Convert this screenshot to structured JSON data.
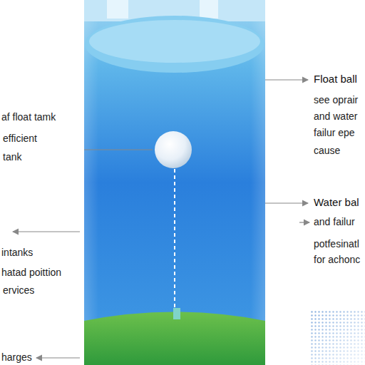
{
  "diagram": {
    "labels": [
      "Float ball",
      "see oprair",
      "and water",
      "failur epe",
      "cause",
      "Water bal",
      "and failur",
      "potfesinatl",
      "for achonc",
      "af float tamk",
      "efficient",
      "tank",
      "intanks",
      "hatad poittion",
      "ervices",
      "harges"
    ]
  }
}
